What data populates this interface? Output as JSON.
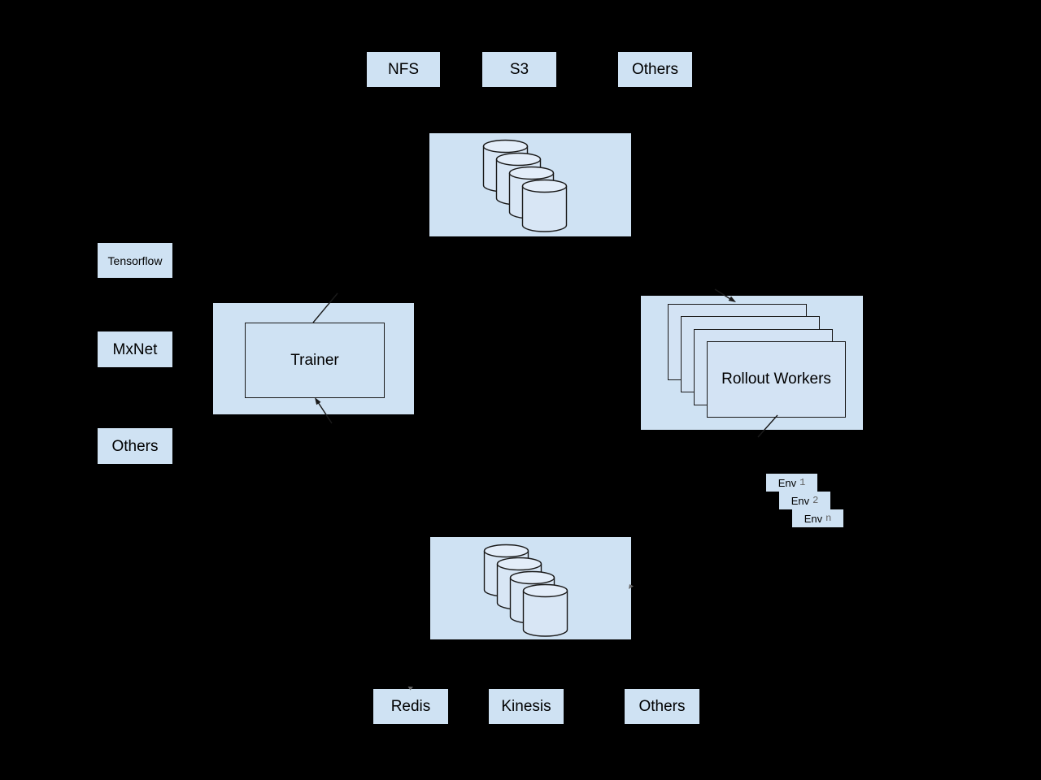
{
  "colors": {
    "background": "#000000",
    "container_fill": "#cfe2f3",
    "cylinder_fill": "#d8e6f5",
    "cylinder_top_fill": "#e3edf9",
    "stack_rect_fill": "#d3e3f4",
    "stroke": "#1a1a1a",
    "text": "#000000",
    "env_index_color": "#616161"
  },
  "storage_options": [
    {
      "label": "NFS"
    },
    {
      "label": "S3"
    },
    {
      "label": "Others"
    }
  ],
  "data_store": {
    "icon": "database-cylinder-icon",
    "cylinder_count": 4
  },
  "frameworks": [
    {
      "label": "Tensorflow"
    },
    {
      "label": "MxNet"
    },
    {
      "label": "Others"
    }
  ],
  "trainer": {
    "label": "Trainer"
  },
  "rollout_workers": {
    "label": "Rollout Workers",
    "stack_count": 4
  },
  "environments": [
    {
      "name": "Env",
      "index": "1"
    },
    {
      "name": "Env",
      "index": "2"
    },
    {
      "name": "Env",
      "index": "n"
    }
  ],
  "memory_backend": {
    "icon": "database-cylinder-icon",
    "cylinder_count": 4
  },
  "memory_options": [
    {
      "label": "Redis"
    },
    {
      "label": "Kinesis"
    },
    {
      "label": "Others"
    }
  ]
}
